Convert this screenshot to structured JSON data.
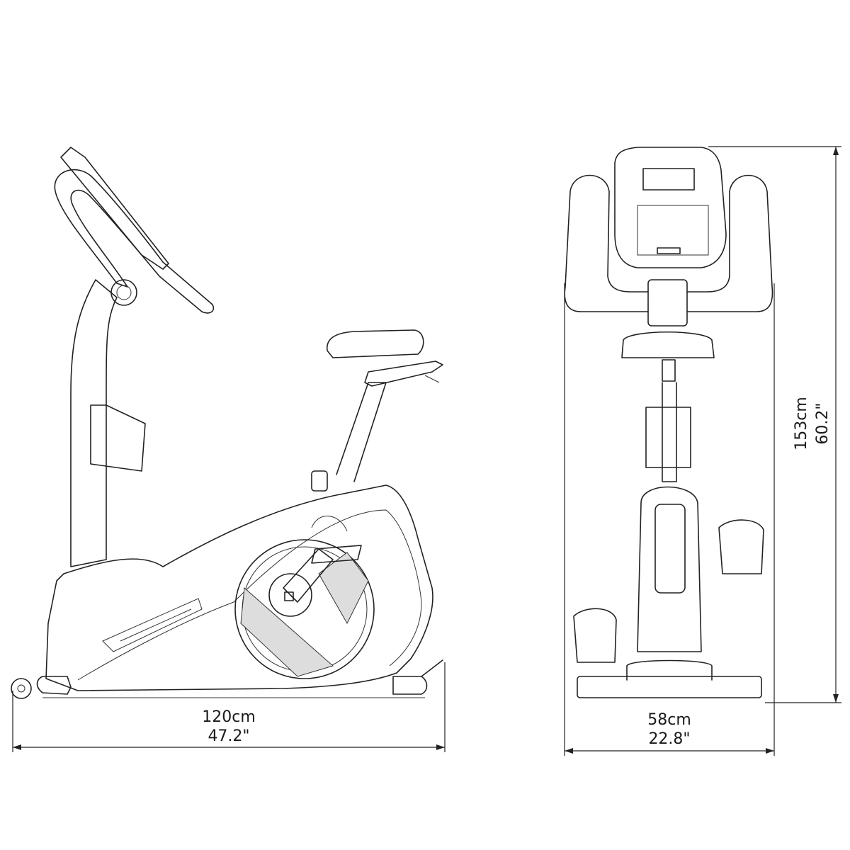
{
  "dimensions": {
    "length": {
      "metric": "120cm",
      "imperial": "47.2\""
    },
    "width": {
      "metric": "58cm",
      "imperial": "22.8\""
    },
    "height": {
      "metric": "153cm",
      "imperial": "60.2\""
    }
  }
}
